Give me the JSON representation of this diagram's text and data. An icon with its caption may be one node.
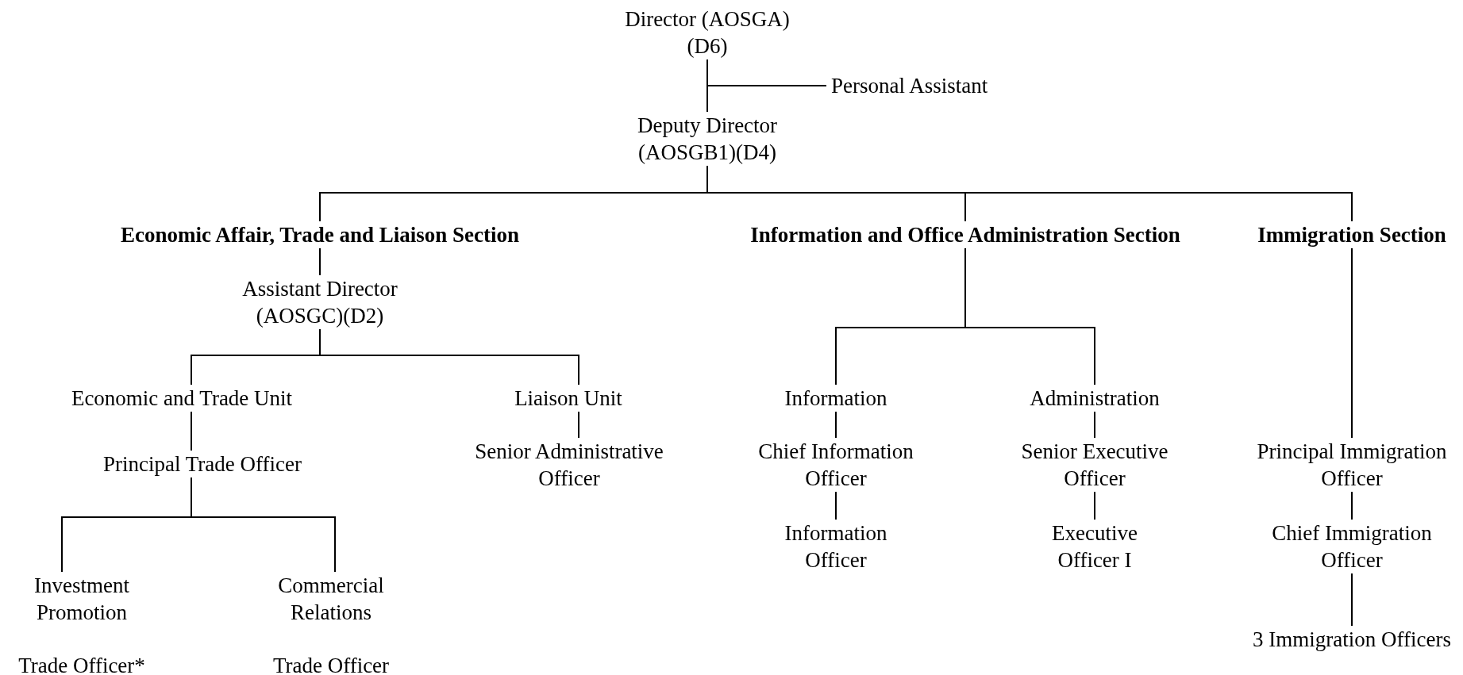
{
  "diagram": {
    "nodes": [
      {
        "text": [
          "Director (AOSGA)(D6)"
        ]
      },
      {
        "text": [
          "Personal Assistant"
        ]
      },
      {
        "text": [
          "Deputy Director (AOSGB1)(D4)"
        ]
      },
      {
        "text": [
          "Economic Affair, Trade and Liaison Section"
        ]
      },
      {
        "text": [
          "Information and Office Administration Section"
        ]
      },
      {
        "text": [
          "Immigration Section"
        ]
      },
      {
        "text": [
          "Assistant Director (AOSGC)(D2)"
        ]
      },
      {
        "text": [
          "Economic and Trade Unit"
        ]
      },
      {
        "text": [
          "Liaison Unit"
        ]
      },
      {
        "text": [
          "Principal Trade Officer"
        ]
      },
      {
        "text": [
          "Senior Administrative Officer"
        ]
      },
      {
        "text": [
          "Investment Promotion"
        ],
        "beside": [
          "Trade Officer*"
        ]
      },
      {
        "text": [
          "Commercial Relations"
        ],
        "beside": [
          "Trade Officer"
        ]
      },
      {
        "text": [
          "Information"
        ]
      },
      {
        "text": [
          "Administration"
        ]
      },
      {
        "text": [
          "Chief Information Officer"
        ]
      },
      {
        "text": [
          "Senior Executive Officer"
        ]
      },
      {
        "text": [
          "Information Officer"
        ]
      },
      {
        "text": [
          "Executive Officer I"
        ]
      },
      {
        "text": [
          "Principal Immigration Officer"
        ]
      },
      {
        "text": [
          "Chief Immigration Officer"
        ]
      },
      {
        "text": [
          "3 Immigration Officers"
        ]
      }
    ],
    "edges": [
      {
        "from": 0,
        "to": 2,
        "arrow": "none"
      },
      {
        "from": 0,
        "to": 1,
        "arrow": "none"
      },
      {
        "from": 2,
        "to": 3,
        "arrow": "none"
      },
      {
        "from": 2,
        "to": 4,
        "arrow": "none"
      },
      {
        "from": 2,
        "to": 5,
        "arrow": "none"
      },
      {
        "from": 3,
        "to": 6,
        "arrow": "none"
      },
      {
        "from": 6,
        "to": 7,
        "arrow": "none"
      },
      {
        "from": 6,
        "to": 8,
        "arrow": "none"
      },
      {
        "from": 7,
        "to": 9,
        "arrow": "none"
      },
      {
        "from": 9,
        "to": 11,
        "arrow": "none"
      },
      {
        "from": 9,
        "to": 12,
        "arrow": "none"
      },
      {
        "from": 8,
        "to": 10,
        "arrow": "none"
      },
      {
        "from": 4,
        "to": 13,
        "arrow": "none"
      },
      {
        "from": 4,
        "to": 14,
        "arrow": "none"
      },
      {
        "from": 13,
        "to": 15,
        "arrow": "none"
      },
      {
        "from": 15,
        "to": 17,
        "arrow": "none"
      },
      {
        "from": 14,
        "to": 16,
        "arrow": "none"
      },
      {
        "from": 16,
        "to": 18,
        "arrow": "none"
      },
      {
        "from": 5,
        "to": 19,
        "arrow": "none"
      },
      {
        "from": 19,
        "to": 20,
        "arrow": "none"
      },
      {
        "from": 20,
        "to": 21,
        "arrow": "none"
      }
    ]
  }
}
